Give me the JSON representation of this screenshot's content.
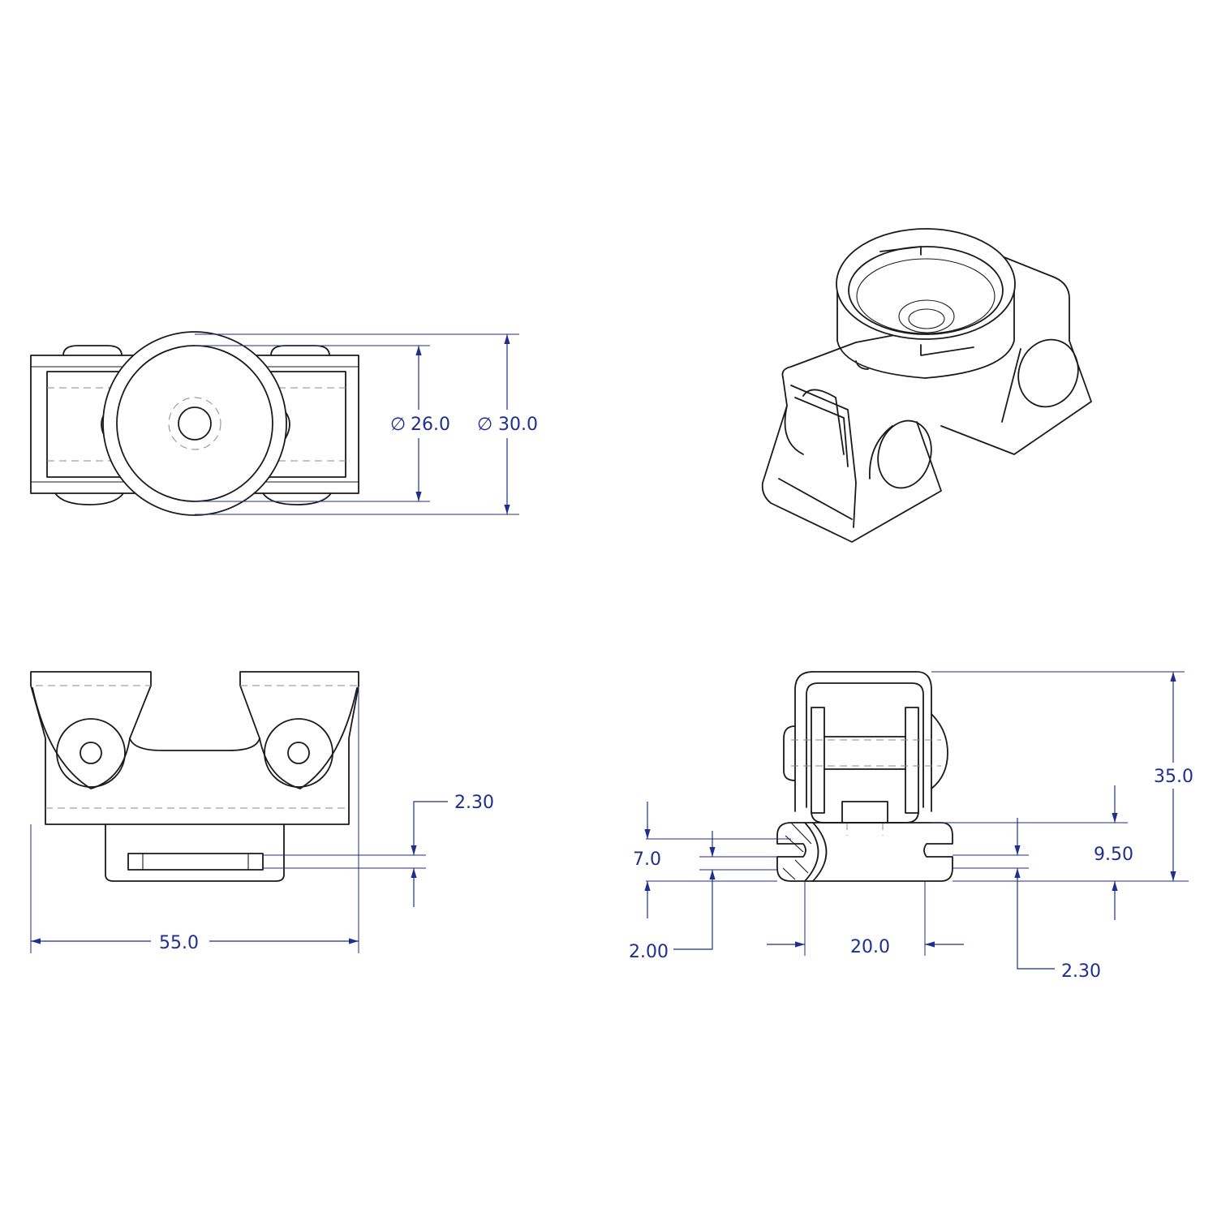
{
  "drawing": {
    "views": [
      "top-view",
      "isometric-view",
      "front-view",
      "side-view"
    ],
    "colors": {
      "part_line": "#1a1a1a",
      "hidden_line": "#8a8a8a",
      "dimension": "#1f2e8f",
      "background": "#ffffff"
    },
    "dimensions": {
      "inner_diameter": "26.0",
      "outer_diameter": "30.0",
      "front_slot": "2.30",
      "overall_width": "55.0",
      "height_7": "7.0",
      "slot_2": "2.00",
      "width_20": "20.0",
      "height_950": "9.50",
      "height_35": "35.0",
      "slot_230_side": "2.30"
    },
    "symbols": {
      "diameter_glyph": "∅"
    }
  }
}
